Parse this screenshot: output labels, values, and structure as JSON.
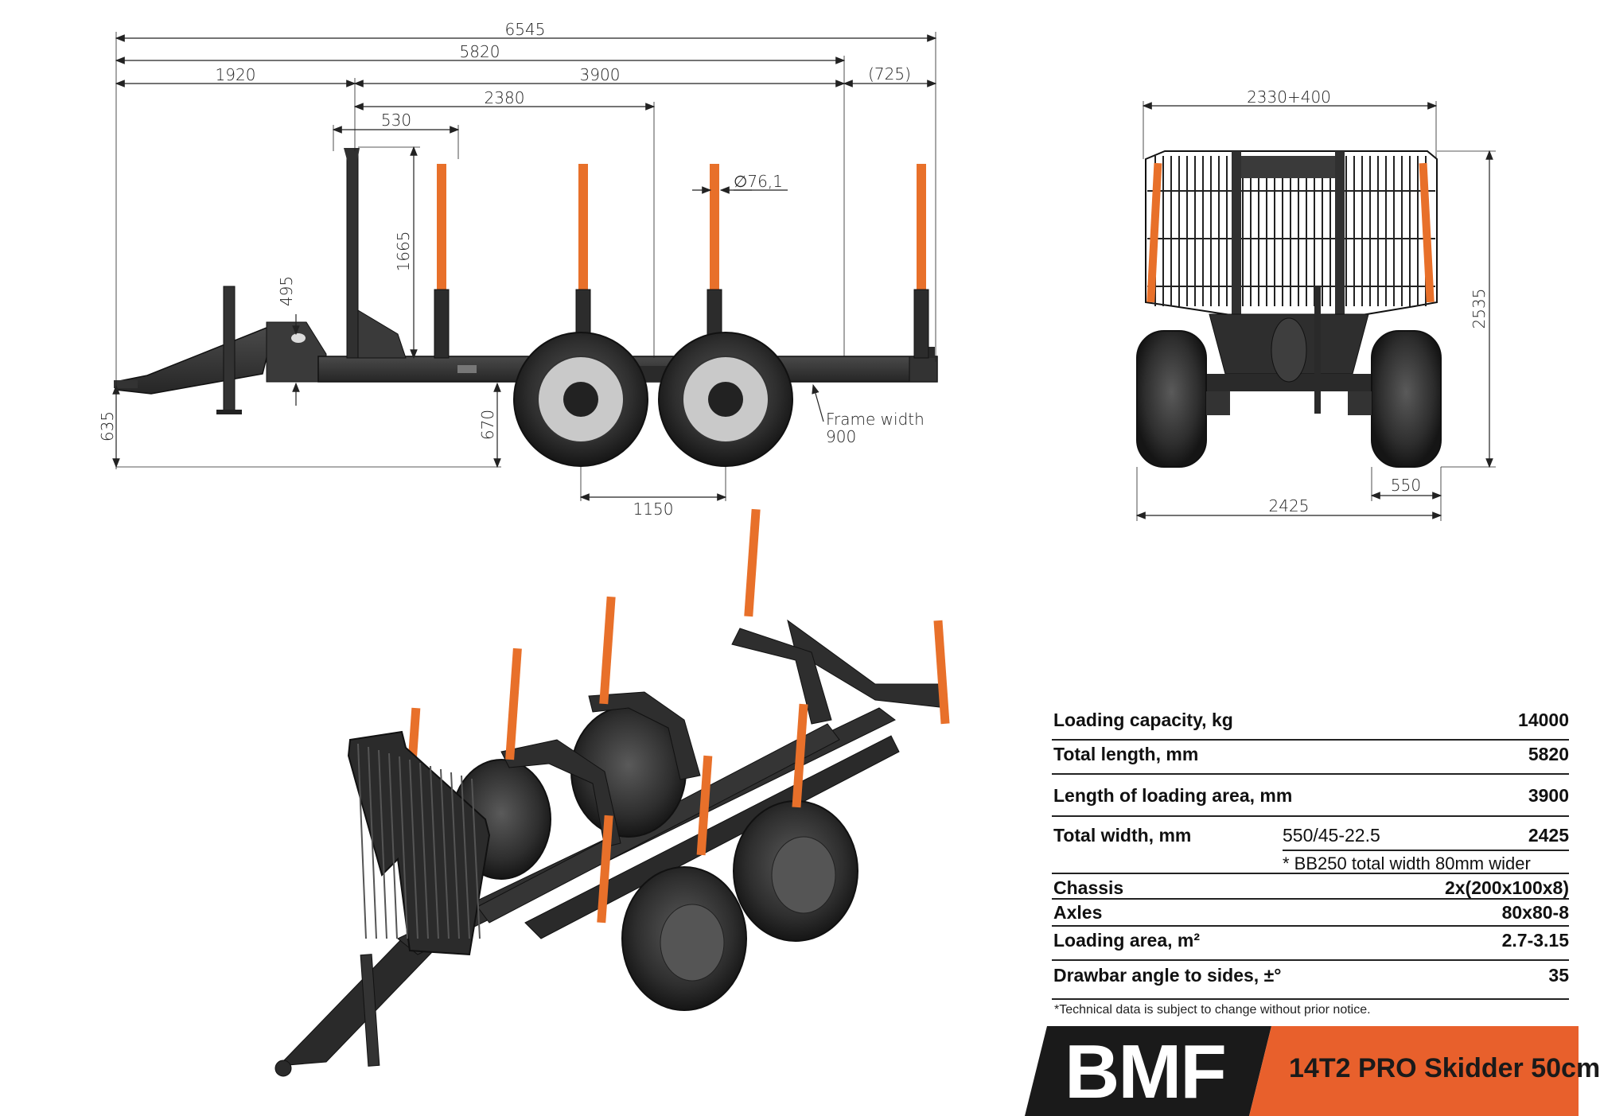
{
  "side_view": {
    "dims": {
      "total_length": "6545",
      "frame_length": "5820",
      "front": "1920",
      "loading_area": "3900",
      "rear_overhang": "(725)",
      "to_axle": "2380",
      "stake_offset": "530",
      "stake_height": "1665",
      "stake_diameter": "∅76,1",
      "drawbar_height": "495",
      "hitch_height": "635",
      "frame_height": "670",
      "axle_spacing": "1150",
      "frame_width_label": "Frame width",
      "frame_width_value": "900"
    }
  },
  "rear_view": {
    "dims": {
      "top_width": "2330+400",
      "height": "2535",
      "total_width": "2425",
      "tyre_width": "550"
    }
  },
  "specs": [
    {
      "label": "Loading capacity, kg",
      "value": "14000"
    },
    {
      "label": "Total length, mm",
      "value": "5820"
    },
    {
      "label": "Length of loading area, mm",
      "value": "3900"
    },
    {
      "label": "Total width, mm",
      "middle": "550/45-22.5",
      "value": "2425"
    },
    {
      "label": "Chassis",
      "value": "2x(200x100x8)"
    },
    {
      "label": "Axles",
      "value": "80x80-8"
    },
    {
      "label": "Loading area, m²",
      "value": "2.7-3.15"
    },
    {
      "label": "Drawbar angle to sides, ±°",
      "value": "35"
    }
  ],
  "width_note": "* BB250 total width 80mm wider",
  "disclaimer": "*Technical data is subject to change without prior notice.",
  "brand": {
    "logo": "BMF",
    "model": "14T2 PRO Skidder 50cm",
    "accent_color": "#e8602c",
    "dark_color": "#1a1a1a",
    "stake_color": "#e8702a"
  }
}
